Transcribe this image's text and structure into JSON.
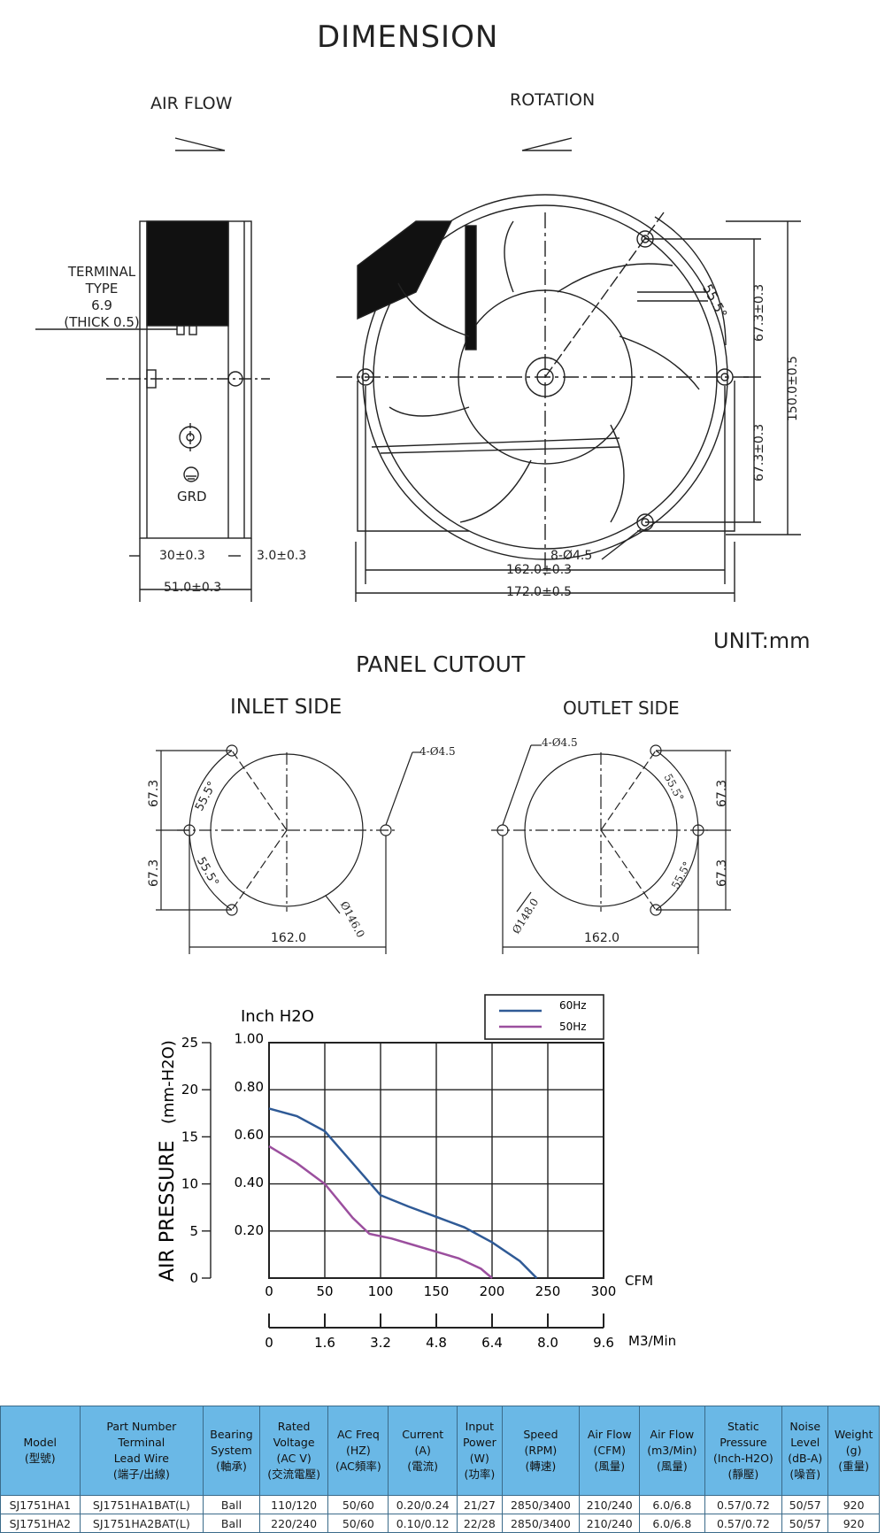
{
  "title": "DIMENSION",
  "air_flow_label": "AIR FLOW",
  "rotation_label": "ROTATION",
  "terminal": {
    "line1": "TERMINAL",
    "line2": "TYPE",
    "line3": "6.9",
    "line4": "(THICK 0.5)"
  },
  "grd_label": "GRD",
  "side_dims": {
    "d30": "30±0.3",
    "d3": "3.0±0.3",
    "d51": "51.0±0.3"
  },
  "front_dims": {
    "angle": "55.5°",
    "upper": "67.3±0.3",
    "lower": "67.3±0.3",
    "height": "150.0±0.5",
    "holes": "8-Ø4.5",
    "w162": "162.0±0.3",
    "w172": "172.0±0.5"
  },
  "unit": "UNIT:mm",
  "panel_cutout": "PANEL CUTOUT",
  "inlet": {
    "label": "INLET SIDE",
    "d_upper": "67.3",
    "d_lower": "67.3",
    "angle_upper": "55.5°",
    "angle_lower": "55.5°",
    "holes": "4-Ø4.5",
    "diameter": "Ø146.0",
    "width": "162.0"
  },
  "outlet": {
    "label": "OUTLET SIDE",
    "d_upper": "67.3",
    "d_lower": "67.3",
    "angle_upper": "55.5°",
    "angle_lower": "55.5°",
    "holes": "4-Ø4.5",
    "diameter": "Ø148.0",
    "width": "162.0"
  },
  "chart_data": {
    "type": "line",
    "ylabel": "AIR PRESSURE",
    "ylabel_unit": "(mm-H2O)",
    "inch_label": "Inch H2O",
    "xlabel_cfm": "CFM",
    "xlabel_m3": "M3/Min",
    "x_cfm_ticks": [
      "0",
      "50",
      "100",
      "150",
      "200",
      "250",
      "300"
    ],
    "x_m3_ticks": [
      "0",
      "1.6",
      "3.2",
      "4.8",
      "6.4",
      "8.0",
      "9.6"
    ],
    "y_mm_ticks": [
      "0",
      "5",
      "10",
      "15",
      "20",
      "25"
    ],
    "y_inch_ticks": [
      "0.20",
      "0.40",
      "0.60",
      "0.80",
      "1.00"
    ],
    "xlim": [
      0,
      300
    ],
    "ylim": [
      0,
      25
    ],
    "grid": true,
    "legend_position": "top-right",
    "series": [
      {
        "name": "60Hz",
        "color": "#2f5a96",
        "x": [
          0,
          25,
          50,
          75,
          100,
          125,
          150,
          175,
          200,
          225,
          240
        ],
        "y": [
          18,
          17.2,
          15.6,
          12.2,
          8.8,
          7.6,
          6.5,
          5.4,
          3.8,
          1.8,
          0
        ]
      },
      {
        "name": "50Hz",
        "color": "#9b4f9e",
        "x": [
          0,
          25,
          50,
          75,
          90,
          110,
          130,
          150,
          170,
          190,
          200
        ],
        "y": [
          14,
          12.2,
          10,
          6.4,
          4.7,
          4.2,
          3.5,
          2.8,
          2.1,
          1.0,
          0
        ]
      }
    ]
  },
  "table": {
    "headers": [
      [
        "Model",
        "(型號)"
      ],
      [
        "Part Number",
        "Terminal",
        "Lead Wire",
        "(端子/出線)"
      ],
      [
        "Bearing",
        "System",
        "(軸承)"
      ],
      [
        "Rated",
        "Voltage",
        "(AC V)",
        "(交流電壓)"
      ],
      [
        "AC Freq",
        "(HZ)",
        "(AC頻率)"
      ],
      [
        "Current",
        "(A)",
        "(電流)"
      ],
      [
        "Input",
        "Power",
        "(W)",
        "(功率)"
      ],
      [
        "Speed",
        "(RPM)",
        "(轉速)"
      ],
      [
        "Air Flow",
        "(CFM)",
        "(風量)"
      ],
      [
        "Air Flow",
        "(m3/Min)",
        "(風量)"
      ],
      [
        "Static",
        "Pressure",
        "(Inch-H2O)",
        "(靜壓)"
      ],
      [
        "Noise",
        "Level",
        "(dB-A)",
        "(噪音)"
      ],
      [
        "Weight",
        "(g)",
        "(重量)"
      ]
    ],
    "rows": [
      [
        "SJ1751HA1",
        "SJ1751HA1BAT(L)",
        "Ball",
        "110/120",
        "50/60",
        "0.20/0.24",
        "21/27",
        "2850/3400",
        "210/240",
        "6.0/6.8",
        "0.57/0.72",
        "50/57",
        "920"
      ],
      [
        "SJ1751HA2",
        "SJ1751HA2BAT(L)",
        "Ball",
        "220/240",
        "50/60",
        "0.10/0.12",
        "22/28",
        "2850/3400",
        "210/240",
        "6.0/6.8",
        "0.57/0.72",
        "50/57",
        "920"
      ]
    ]
  }
}
